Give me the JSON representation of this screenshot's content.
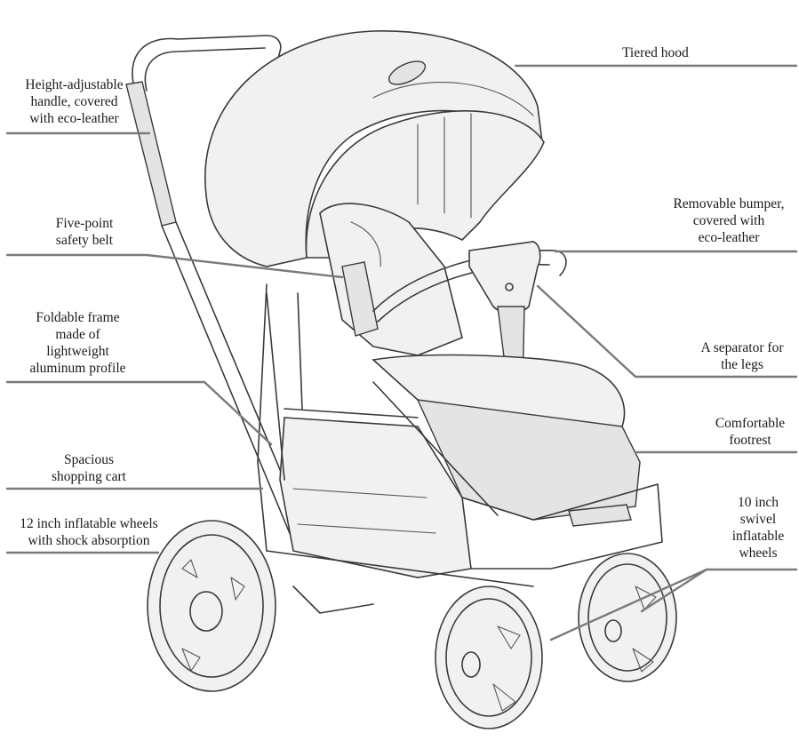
{
  "labels": {
    "tiered_hood": "Tiered hood",
    "handle": [
      "Height-adjustable",
      "handle, covered",
      "with eco-leather"
    ],
    "bumper": [
      "Removable bumper,",
      "covered with",
      "eco-leather"
    ],
    "safety_belt": [
      "Five-point",
      "safety belt"
    ],
    "frame": [
      "Foldable frame",
      "made of",
      "lightweight",
      "aluminum profile"
    ],
    "leg_separator": [
      "A separator for",
      "the legs"
    ],
    "footrest": [
      "Comfortable",
      "footrest"
    ],
    "cart": [
      "Spacious",
      "shopping cart"
    ],
    "rear_wheels": [
      "12 inch inflatable wheels",
      "with shock absorption"
    ],
    "front_wheels": [
      "10 inch",
      "swivel",
      "inflatable",
      "wheels"
    ]
  },
  "illustration": {
    "subject": "stroller-line-drawing",
    "stroke_color": "#3a3a3a",
    "leader_color": "#7a7a7a",
    "background_color": "#ffffff"
  }
}
